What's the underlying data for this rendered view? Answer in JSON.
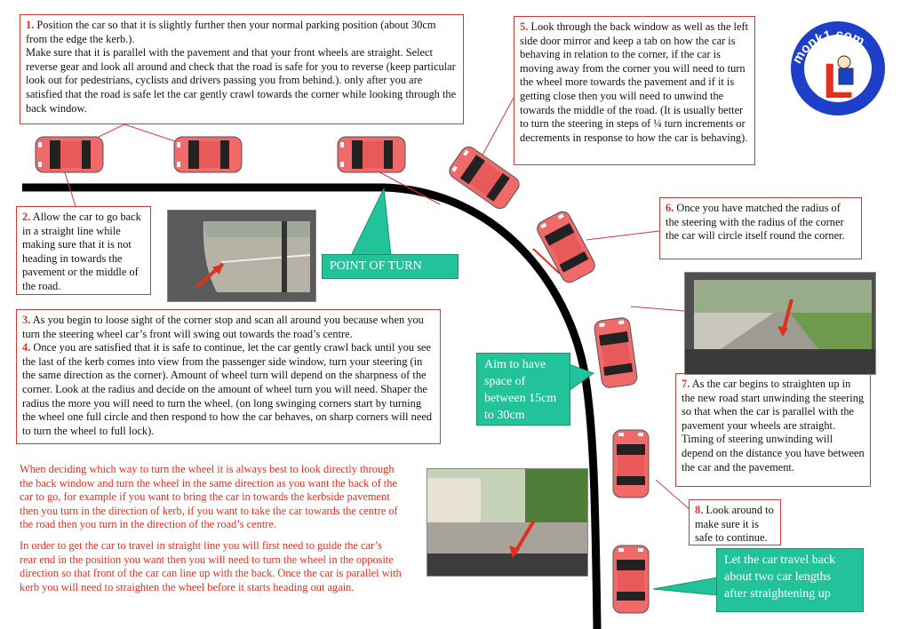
{
  "logo": {
    "text": "monk1.com",
    "letter": "L"
  },
  "steps": [
    {
      "num": "1.",
      "text": "Position the car so that it is slightly further then your normal parking position (about 30cm from the edge the kerb.).\nMake sure that it is parallel with the pavement and that your front wheels are straight. Select reverse gear and look all around and check that the road is safe for you to reverse (keep particular look out for pedestrians, cyclists and drivers passing you from behind.). only after you are satisfied that the road is safe let the car gently crawl towards the corner while looking through the back window."
    },
    {
      "num": "2.",
      "text": "Allow the car to go back in a straight line while making  sure that it is not heading in towards the pavement or the middle of the road."
    },
    {
      "num": "3.",
      "text": "As you begin to loose sight of the corner stop and scan all around you because when you turn the steering wheel car’s front will swing out towards the road’s centre."
    },
    {
      "num": "4.",
      "text": "Once you are satisfied that it is safe to continue, let the car gently crawl back until you see the last of the kerb comes into view from the passenger side window, turn your steering (in the same direction as the corner). Amount of wheel turn will depend on the sharpness of the corner. Look at the radius and decide on the amount of wheel turn you will need. Shaper the radius the more you will need to turn the wheel. (on long swinging corners start by turning the wheel one full circle and then respond to how the car behaves, on  sharp corners will need to turn the wheel to full lock)."
    },
    {
      "num": "5.",
      "text": "Look through the back window as well as the left side door mirror and keep a tab on how the car is behaving in relation to the corner, if the car is moving away from the corner you will need to turn the wheel more towards the pavement and if it is getting close then you will need to unwind the towards the middle of the road. (It is usually better to turn the steering in steps of ¼ turn increments or decrements in response to how the car is behaving)."
    },
    {
      "num": "6.",
      "text": "Once you have matched the radius of the steering with the radius of the corner the car will circle itself round the corner."
    },
    {
      "num": "7.",
      "text": "As the car begins to straighten up in the new road start unwinding the steering so that when the car is parallel with the pavement  your wheels are straight.\nTiming of steering unwinding will depend on the distance you have between the car and the pavement."
    },
    {
      "num": "8.",
      "text": "Look around to make sure it is safe to continue."
    }
  ],
  "callouts": {
    "point_of_turn": "POINT OF TURN",
    "aim": "Aim to have space of between 15cm to 30cm",
    "travel_back": "Let the car travel back about two car lengths after straightening up"
  },
  "advice": [
    "When deciding which way to turn the wheel it is always best to look directly through the back window and turn the wheel in the same direction as you want the back of the car to go, for example if you want to bring the car in towards the kerbside pavement then you turn in the direction of kerb, if you want to take the car towards the centre of the road then you turn in the direction of the road’s centre.",
    "In order to get the car to travel in straight line you will first need to guide the car’s rear end in the position you want then you will  need to turn the wheel in the opposite direction so that front of the car can line up with the back. Once the car is parallel with  kerb you will need to straighten the wheel before it starts heading out again."
  ],
  "colors": {
    "car": "#f06a6a",
    "accent": "#e0301e",
    "teal": "#22c29a",
    "logo_blue": "#1e3fc8"
  }
}
